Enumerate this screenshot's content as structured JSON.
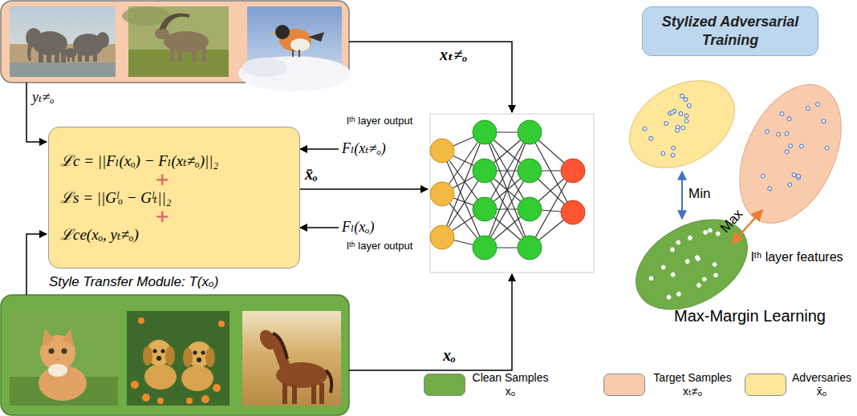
{
  "diagram": {
    "nodes": [
      {
        "text": [
          "ℒc = ||Fₗ(xₒ) − Fₗ(xₜ≠ₒ)||₂",
          "+",
          "ℒs = ||Gˡₒ − Gˡₜ||₂",
          "+",
          "ℒce(xₒ, yₜ≠ₒ)",
          "Style Transfer Module: T(xₒ)"
        ]
      },
      {
        "text": [
          "Stylized Adversarial Training"
        ]
      }
    ],
    "labels": [
      "xₜ≠ₒ",
      "yₜ≠ₒ",
      "lᵗʰ layer output",
      "Fₗ(xₜ≠ₒ)",
      "x̄ₒ",
      "Fₗ(xₒ)",
      "lᵗʰ layer output",
      "Min",
      "Max",
      "lᵗʰ layer features",
      "Max-Margin Learning",
      "xₒ"
    ],
    "legend": [
      {
        "text": "Clean Samples xₒ",
        "color": "#70ad47"
      },
      {
        "text": "Target Samples xₜ≠ₒ",
        "color": "#f8cbad"
      },
      {
        "text": "Adversaries x̄ₒ",
        "color": "#ffe699"
      }
    ]
  }
}
